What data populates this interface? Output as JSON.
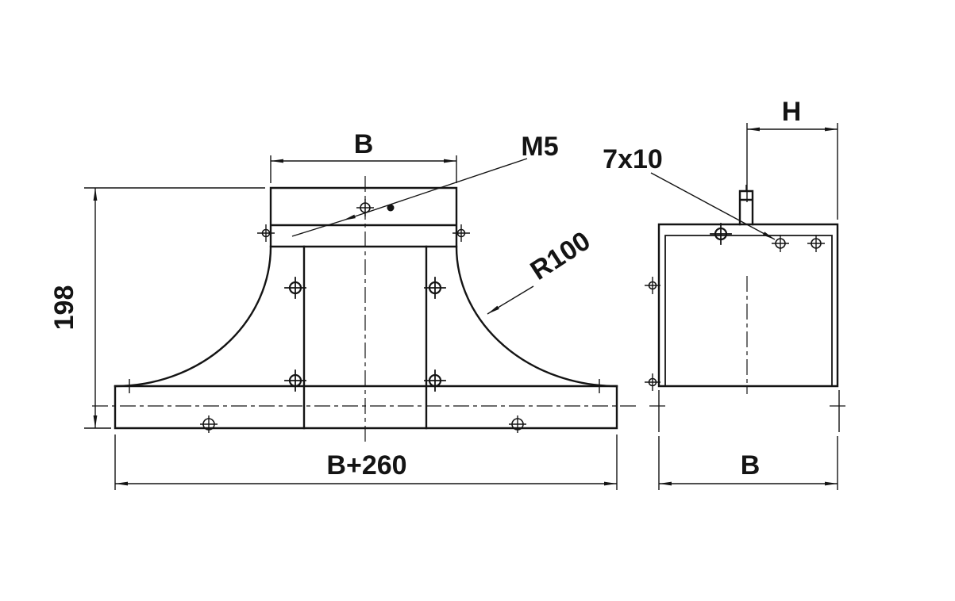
{
  "drawing": {
    "front_view": {
      "dim_top_width_label": "B",
      "dim_height_label": "198",
      "dim_base_width_label": "B+260",
      "thread_callout": "M5",
      "radius_callout": "R100"
    },
    "side_view": {
      "dim_top_offset_label": "H",
      "dim_width_label": "B",
      "slot_callout": "7x10"
    },
    "colors": {
      "line": "#141414",
      "background": "#ffffff"
    }
  }
}
